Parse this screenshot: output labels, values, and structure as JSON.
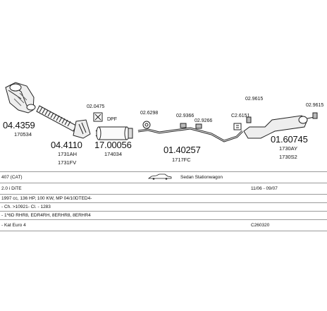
{
  "parts": [
    {
      "code": "04.4359",
      "sub": "170534"
    },
    {
      "code": "04.4110",
      "sub": "1731AH",
      "sub2": "1731FV"
    },
    {
      "code": "17.00056",
      "sub": "174034"
    },
    {
      "code": "01.40257",
      "sub": "1717FC"
    },
    {
      "code": "01.60745",
      "sub": "1730AY",
      "sub2": "1730S2"
    }
  ],
  "small_parts": [
    "02.0475",
    "02.6298",
    "02.9366",
    "02.9266",
    "C2.6151",
    "02.9615",
    "02.9615"
  ],
  "dpf_label": "DPF",
  "info": {
    "model": "407 (CAT)",
    "body": "Sedan Stationwagon",
    "engine": "2.0 i DiTE",
    "dates": "11/06 - 09/07",
    "spec": "1997 cc, 136 HP, 100 KW, MP 04/10DTED4-",
    "codes": "- Ch. >10921- Cl. - 1283",
    "engine_codes": "- 1*6D RHR8, EDR4RH, 8ERHR8, 8ERHR4",
    "cat": "- Kat Euro 4",
    "ref": "C260320"
  }
}
